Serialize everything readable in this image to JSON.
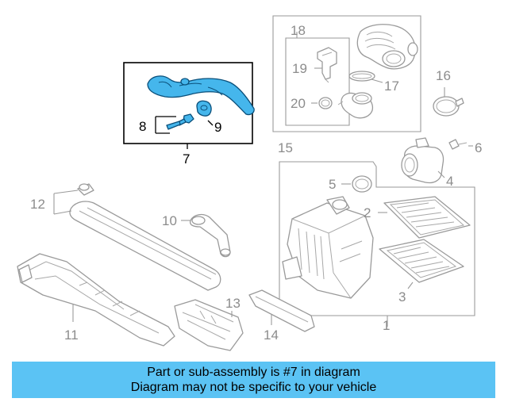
{
  "callouts": {
    "c1": "1",
    "c2": "2",
    "c3": "3",
    "c4": "4",
    "c5": "5",
    "c6": "6",
    "c7": "7",
    "c8": "8",
    "c9": "9",
    "c10": "10",
    "c11": "11",
    "c12": "12",
    "c13": "13",
    "c14": "14",
    "c15": "15",
    "c16": "16",
    "c17": "17",
    "c18": "18",
    "c19": "19",
    "c20": "20"
  },
  "highlight": {
    "part_number": "7",
    "fill_color": "#45b6ec",
    "outline_color": "#0a4f7a"
  },
  "banner": {
    "line1": "Part or sub-assembly is #7 in diagram",
    "line2": "Diagram may not be specific to your vehicle",
    "color": "#5bc3f4"
  }
}
